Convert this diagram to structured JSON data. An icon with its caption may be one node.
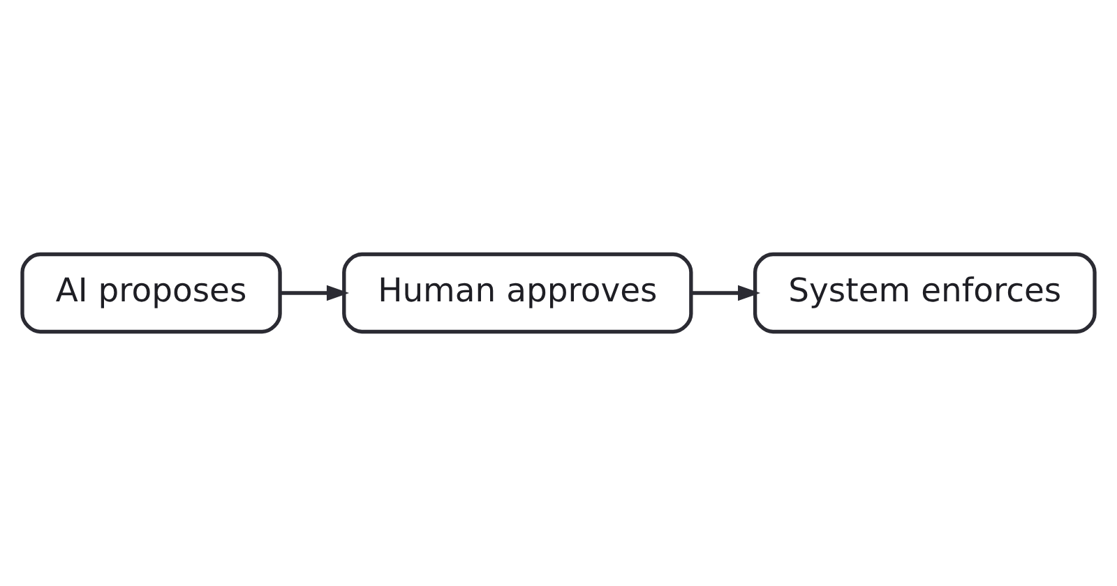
{
  "diagram": {
    "nodes": [
      {
        "text": [
          "AI proposes"
        ]
      },
      {
        "text": [
          "Human approves"
        ]
      },
      {
        "text": [
          "System enforces"
        ]
      }
    ],
    "edges": [
      {
        "from": 0,
        "to": 1,
        "arrow": "to"
      },
      {
        "from": 1,
        "to": 2,
        "arrow": "to"
      }
    ]
  }
}
